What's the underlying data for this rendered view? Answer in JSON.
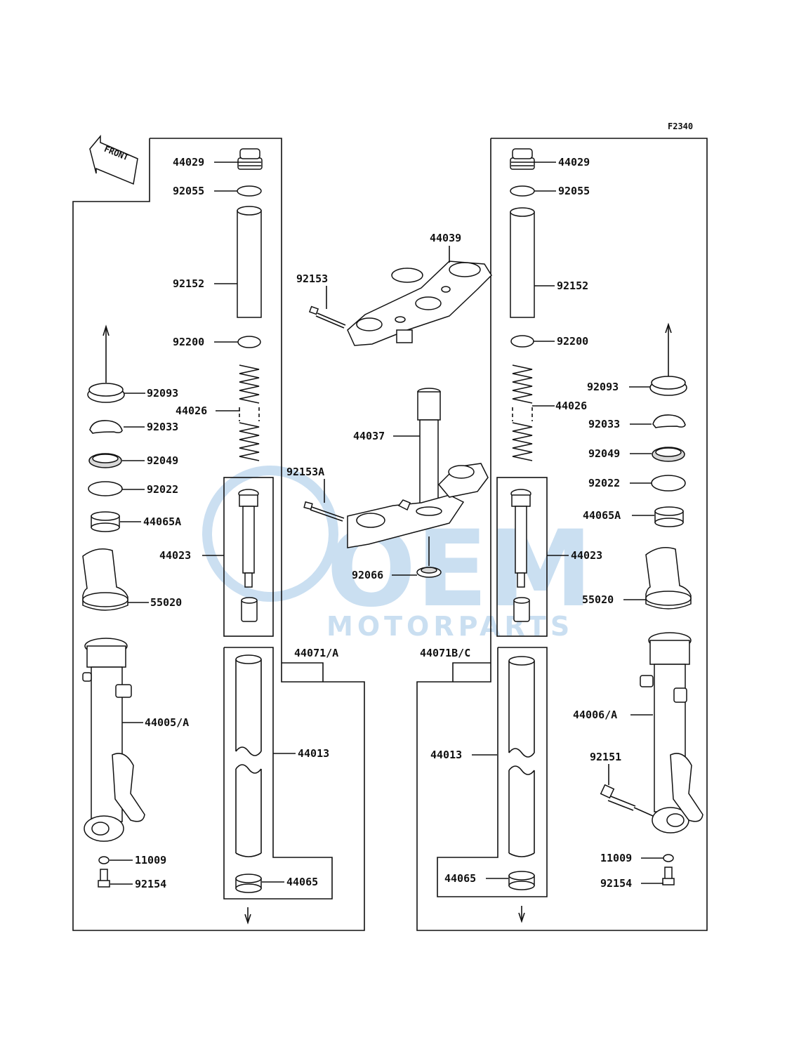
{
  "figure_code": "F2340",
  "front_arrow_label": "FRONT",
  "watermark": {
    "brand": "OEM",
    "sub": "MOTORPARTS",
    "color": "#c5dcf0"
  },
  "labels": {
    "l_44029": "44029",
    "l_92055": "92055",
    "l_92152": "92152",
    "l_92200": "92200",
    "l_92093": "92093",
    "l_44026": "44026",
    "l_92033": "92033",
    "l_92049": "92049",
    "l_92022": "92022",
    "l_44065A": "44065A",
    "l_44023": "44023",
    "l_55020": "55020",
    "l_44071A": "44071/A",
    "l_44005A": "44005/A",
    "l_44013": "44013",
    "l_11009": "11009",
    "l_92154": "92154",
    "l_44065": "44065",
    "c_92153": "92153",
    "c_44039": "44039",
    "c_44037": "44037",
    "c_92153A": "92153A",
    "c_92066": "92066",
    "r_44029": "44029",
    "r_92055": "92055",
    "r_92152": "92152",
    "r_92200": "92200",
    "r_92093": "92093",
    "r_44026": "44026",
    "r_92033": "92033",
    "r_92049": "92049",
    "r_92022": "92022",
    "r_44065A": "44065A",
    "r_44023": "44023",
    "r_55020": "55020",
    "r_44071BC": "44071B/C",
    "r_44006A": "44006/A",
    "r_92151": "92151",
    "r_44013": "44013",
    "r_11009": "11009",
    "r_92154": "92154",
    "r_44065": "44065"
  }
}
